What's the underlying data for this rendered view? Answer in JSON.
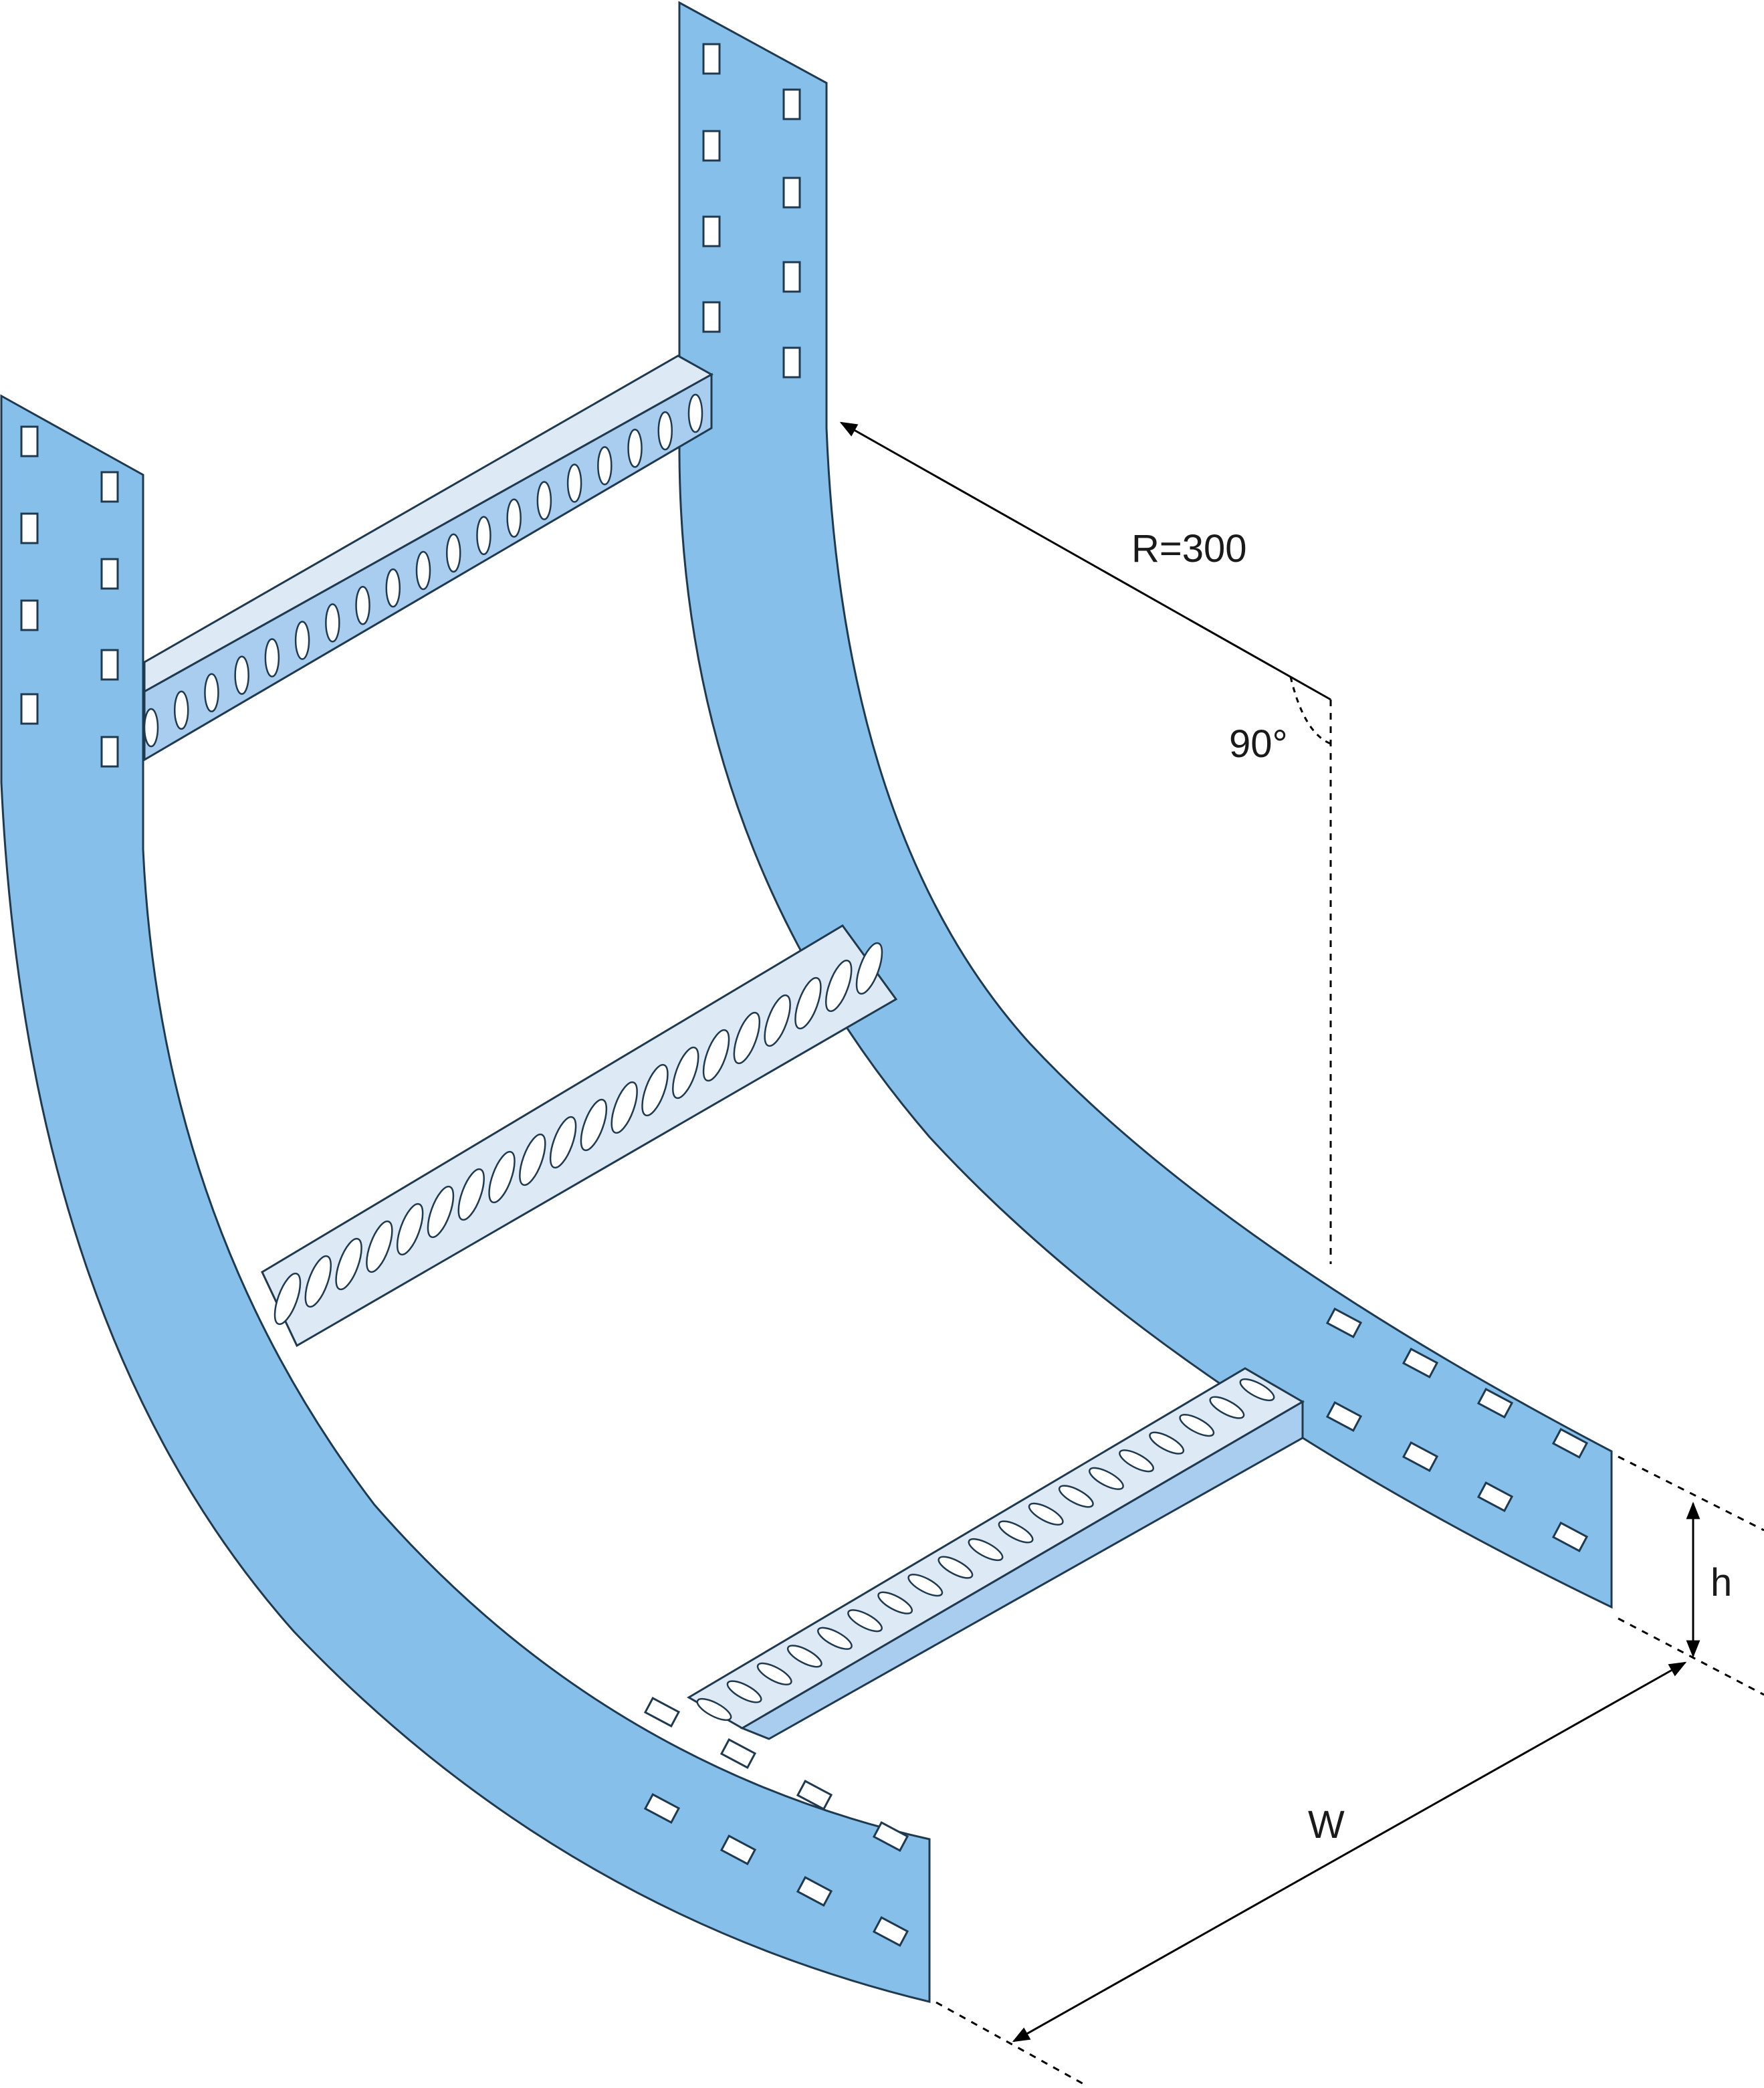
{
  "colors": {
    "rail": "#86c0ea",
    "rail_edge": "#1f3a4f",
    "rung_top": "#dde9f5",
    "rung_side": "#a9cdef",
    "slot_shadow": "#6a8aa6",
    "hole": "#ffffff",
    "dimension_line": "#000000"
  },
  "dimensions": {
    "radius_label": "R=300",
    "angle_label": "90°",
    "height_label": "h",
    "width_label": "W"
  }
}
